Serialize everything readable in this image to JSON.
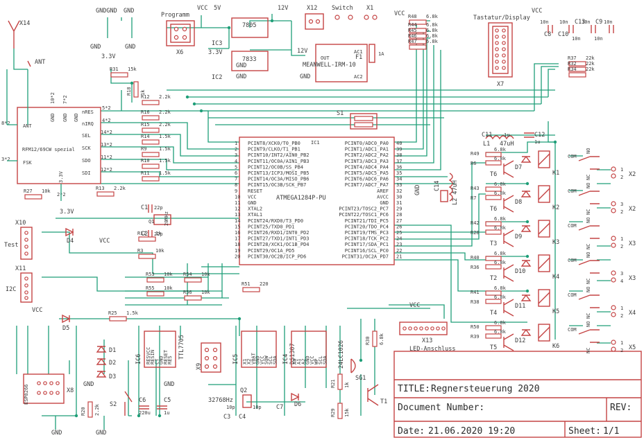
{
  "title_block": {
    "title_label": "TITLE:",
    "title": "Regnersteuerung 2020",
    "docnum_label": "Document Number:",
    "docnum": "",
    "rev_label": "REV:",
    "rev": "",
    "date_label": "Date:",
    "date": "21.06.2020 19:20",
    "sheet_label": "Sheet:",
    "sheet": "1/1"
  },
  "mcu": {
    "ref": "IC1",
    "part": "ATMEGA1284P-PU",
    "left_pins": [
      "PCINT8/XCK0/T0_PB0",
      "PCINT9/CLKO/T1_PB1",
      "PCINT10/INT2/AIN0_PB2",
      "PCINT11/OC0A/AIN1_PB3",
      "PCINT12/OC0B/SS_PB4",
      "PCINT13/ICP3/MOSI_PB5",
      "PCINT14/OC3A/MISO_PB6",
      "PCINT15/OC3B/SCK_PB7",
      "RESET",
      "VCC",
      "GND",
      "XTAL2",
      "XTAL1",
      "PCINT24/RXD0/T3_PD0",
      "PCINT25/TXD0_PD1",
      "PCINT26/RXD1/INT0_PD2",
      "PCINT27/TXD1/INT1_PD3",
      "PCINT28/XCK1/OC1B_PD4",
      "PCINT29/OC1A_PD5",
      "PCINT30/OC2B/ICP_PD6"
    ],
    "right_pins": [
      "PCINT0/ADC0_PA0",
      "PCINT1/ADC1_PA1",
      "PCINT2/ADC2_PA2",
      "PCINT3/ADC3_PA3",
      "PCINT4/ADC4_PA4",
      "PCINT5/ADC5_PA5",
      "PCINT6/ADC6_PA6",
      "PCINT7/ADC7_PA7",
      "AREF",
      "AVCC",
      "GND",
      "PCINT23/TOSC2_PC7",
      "PCINT22/TOSC1_PC6",
      "PCINT21/TDI_PC5",
      "PCINT20/TDO_PC4",
      "PCINT19/TMS_PC3",
      "PCINT18/TCK_PC2",
      "PCINT17/SDA_PC1",
      "PCINT16/SCL_PC0",
      "PCINT31/OC2A_PD7"
    ],
    "left_nums": [
      "1",
      "2",
      "3",
      "4",
      "5",
      "6",
      "7",
      "8",
      "9",
      "10",
      "11",
      "12",
      "13",
      "14",
      "15",
      "16",
      "17",
      "18",
      "19",
      "20"
    ],
    "right_nums": [
      "40",
      "39",
      "38",
      "37",
      "36",
      "35",
      "34",
      "33",
      "32",
      "30",
      "31",
      "29",
      "28",
      "27",
      "26",
      "25",
      "24",
      "23",
      "22",
      "21"
    ]
  },
  "rfm": {
    "part": "RFM12/69CW spezial",
    "pins_left": [
      "ANT",
      "FSK"
    ],
    "pins_right": [
      "nRES",
      "nIRQ",
      "SEL",
      "SCK",
      "SDO",
      "SDI"
    ],
    "pins_top": [
      "GND",
      "GND",
      "GND"
    ],
    "pin_bottom": "3.3V",
    "pin_nums_right": [
      "5*2",
      "4*2",
      "14*2",
      "13*2",
      "11*2",
      "12*2"
    ],
    "pin_nums_top": [
      "10*2",
      "7*2"
    ],
    "ant_num": "8*2",
    "fsk_num": "3*2",
    "v_num": "2*2"
  },
  "labels": {
    "x14": "X14",
    "ant": "ANT",
    "gnd": "GND",
    "vcc": "VCC",
    "v33": "3.3V",
    "v5": "5V",
    "v12": "12V",
    "gndgnd": "GNDGND",
    "programm": "Programm",
    "x6": "X6",
    "ic3": "IC3",
    "ic3_part": "7805",
    "ic2": "IC2",
    "ic2_part": "7833",
    "x12": "X12",
    "switch": "Switch",
    "x1": "X1",
    "meanwell": "MEANWELL-IRM-10",
    "f1": "F1",
    "ac1": "AC1",
    "ac2": "AC2",
    "out": "OUT",
    "fuse": "1A",
    "tastatur": "Tastatur/Display",
    "x7": "X7",
    "s1": "S1",
    "x10": "X10",
    "test": "Test",
    "x11": "X11",
    "i2c": "I2C",
    "x13": "X13",
    "led": "LED-Anschluss",
    "esp": "ESP8266",
    "x8": "X8",
    "ic6_part": "TTL7705",
    "ic6": "IC6",
    "ic5_part": "DS1307",
    "ic5": "IC5",
    "ic4_part": "24LC1026",
    "ic4": "IC4",
    "x9": "X9",
    "sg1": "SG1",
    "t1": "T1",
    "s2": "S2",
    "crystal": "32768Hz",
    "q2": "Q2",
    "q1": "Q1",
    "q1_val": "20MHz",
    "l1": "L1",
    "l1_val": "47uH",
    "l2": "L2 47uH",
    "c14": "C14",
    "c11": "C11",
    "c12": "C12",
    "c11_val": "1u",
    "c12_val": "1u",
    "c1": "C1",
    "c2": "C2",
    "c_val": "22p",
    "c3": "C3",
    "c4": "C4",
    "c6": "C6",
    "c5": "C5",
    "c7": "C7",
    "c8": "C8",
    "c9": "C9",
    "c10": "C10",
    "c13": "C13",
    "c10n": "10n",
    "c10p": "10p",
    "c220u": "220u",
    "d4": "D4",
    "d5": "D5",
    "d6": "D6",
    "d1": "D1",
    "d2": "D2",
    "d3": "D3"
  },
  "resistors": [
    {
      "ref": "R31",
      "val": "15k"
    },
    {
      "ref": "R18",
      "val": "1k"
    },
    {
      "ref": "R12",
      "val": "2.2k"
    },
    {
      "ref": "R16",
      "val": "2.2k"
    },
    {
      "ref": "R15",
      "val": "2.2k"
    },
    {
      "ref": "R14",
      "val": "1.5k"
    },
    {
      "ref": "R9",
      "val": "1.5k"
    },
    {
      "ref": "R10",
      "val": "1.5k"
    },
    {
      "ref": "R11",
      "val": "1.5k"
    },
    {
      "ref": "R13",
      "val": "2.2k"
    },
    {
      "ref": "R27",
      "val": "10k"
    },
    {
      "ref": "R12b",
      "val": "1k"
    },
    {
      "ref": "R3",
      "val": "10k"
    },
    {
      "ref": "R48",
      "val": "6.8k"
    },
    {
      "ref": "R44",
      "val": "6.8k"
    },
    {
      "ref": "R45",
      "val": "6.8k"
    },
    {
      "ref": "R46",
      "val": "6.8k"
    },
    {
      "ref": "R47",
      "val": "6.8k"
    },
    {
      "ref": "R37",
      "val": "22k"
    },
    {
      "ref": "R32",
      "val": "22k"
    },
    {
      "ref": "R34",
      "val": "22k"
    },
    {
      "ref": "R51",
      "val": "220"
    },
    {
      "ref": "R25",
      "val": "1.5k"
    },
    {
      "ref": "R53",
      "val": "10k"
    },
    {
      "ref": "R54",
      "val": "10k"
    },
    {
      "ref": "R55",
      "val": "10k"
    },
    {
      "ref": "R56",
      "val": "10k"
    },
    {
      "ref": "R20",
      "val": "2.2k"
    },
    {
      "ref": "R21",
      "val": "1k"
    },
    {
      "ref": "R29",
      "val": "15k"
    },
    {
      "ref": "R30",
      "val": "6.8k"
    }
  ],
  "relays": [
    {
      "ref": "K1",
      "t": "T6",
      "d": "D7",
      "rb": "R6",
      "rc": "R49",
      "val": "6.8k",
      "out": "X2",
      "o1": "1",
      "o2": "2"
    },
    {
      "ref": "K2",
      "t": "T6",
      "d": "D8",
      "rb": "R7",
      "rc": "R43",
      "val": "6.8k",
      "out": "X2",
      "o1": "3",
      "o2": "2"
    },
    {
      "ref": "K3",
      "t": "T3",
      "d": "D9",
      "rb": "R28",
      "rc": "R42",
      "val": "6.8k",
      "out": "X3",
      "o1": "1",
      "o2": "2"
    },
    {
      "ref": "K4",
      "t": "T2",
      "d": "D10",
      "rb": "R36",
      "rc": "R40",
      "val": "6.8k",
      "out": "X3",
      "o1": "3",
      "o2": "4"
    },
    {
      "ref": "K5",
      "t": "T4",
      "d": "D11",
      "rb": "R38",
      "rc": "R41",
      "val": "6.8k",
      "out": "X4",
      "o1": "1",
      "o2": "2"
    },
    {
      "ref": "K6",
      "t": "T5",
      "d": "D12",
      "rb": "R39",
      "rc": "R50",
      "val": "6.8k",
      "out": "X5",
      "o1": "1",
      "o2": "2"
    }
  ],
  "relay_pin_labels": {
    "com": "COM",
    "no": "NO",
    "nc": "NC"
  },
  "ic6_pins": [
    "RESVCC",
    "RESIN",
    "CT",
    "GND",
    "RESET",
    "RES"
  ],
  "ic5_pins": [
    "X1",
    "X2",
    "VBAT",
    "GND",
    "VCC",
    "SQW",
    "SCL",
    "SDA"
  ],
  "ic4_pins": [
    "A0",
    "A1",
    "A2",
    "GND",
    "VCC",
    "WP",
    "SCL",
    "SDA"
  ],
  "colors": {
    "wire": "#1e9e78",
    "part": "#c44343",
    "text": "#3a3a3a"
  }
}
